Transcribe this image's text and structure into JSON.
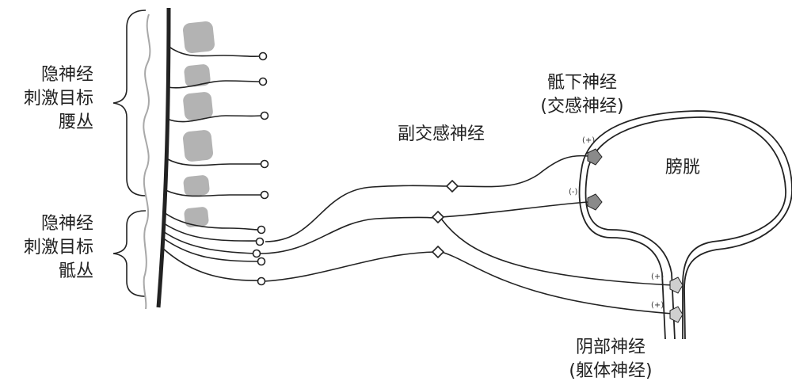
{
  "labels": {
    "lumbar_target": [
      "隐神经",
      "刺激目标",
      "腰丛"
    ],
    "sacral_target": [
      "隐神经",
      "刺激目标",
      "骶丛"
    ],
    "parasympathetic": "副交感神经",
    "hypogastric": [
      "骶下神经",
      "(交感神经)"
    ],
    "bladder": "膀胱",
    "pudendal": [
      "阴部神经",
      "(躯体神经)"
    ]
  },
  "signs": {
    "upper_bladder": "(+)",
    "lower_bladder": "(-)",
    "sphincter_upper": "(+)",
    "sphincter_lower": "(+)"
  },
  "colors": {
    "line": "#222222",
    "vertebra": "#b3b3b3",
    "cord_outline": "#a8a8a8",
    "ganglion": "#8a8a8a"
  }
}
